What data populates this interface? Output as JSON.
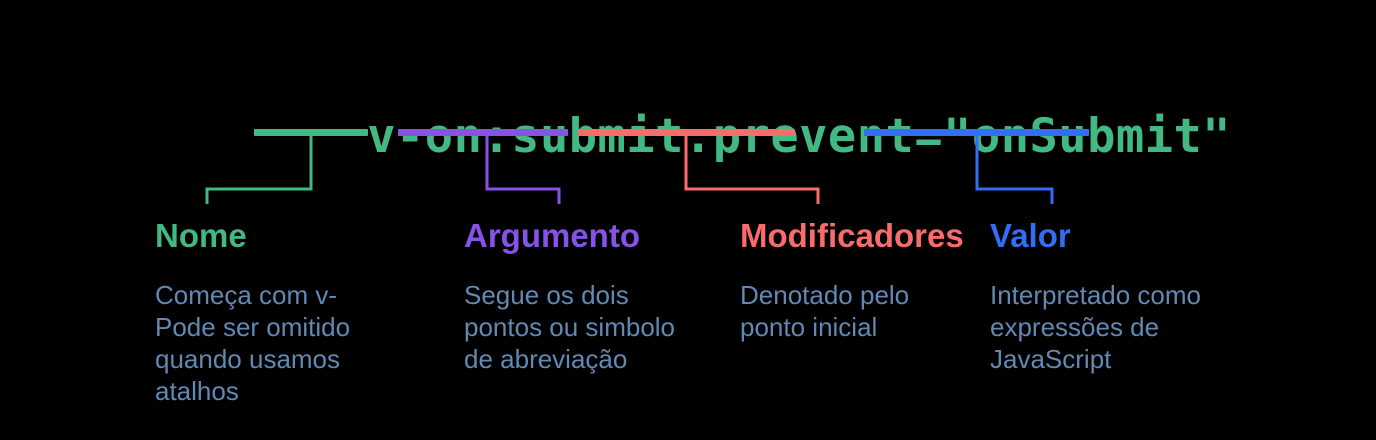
{
  "background": "#000000",
  "descriptions_color": "#6189b3",
  "code": {
    "color": "#42b883",
    "full_text": "v-on:submit.prevent=\"onSubmit\"",
    "parts": {
      "directive_name": "v-on",
      "colon": ":",
      "argument": "submit",
      "dot": ".",
      "modifier": "prevent",
      "equals_quote": "=\"",
      "value": "onSubmit",
      "closing_quote": "\""
    }
  },
  "sections": [
    {
      "label": "Nome",
      "color": "#42b883",
      "lines": [
        "Começa com v-",
        "Pode ser omitido",
        "quando usamos",
        "atalhos"
      ]
    },
    {
      "label": "Argumento",
      "color": "#8752e8",
      "lines": [
        "Segue os dois",
        "pontos ou simbolo",
        "de abreviação"
      ]
    },
    {
      "label": "Modificadores",
      "color": "#fa6b6b",
      "lines": [
        "Denotado pelo",
        "ponto inicial"
      ]
    },
    {
      "label": "Valor",
      "color": "#336cf5",
      "lines": [
        "Interpretado como",
        "expressões de",
        "JavaScript"
      ]
    }
  ]
}
